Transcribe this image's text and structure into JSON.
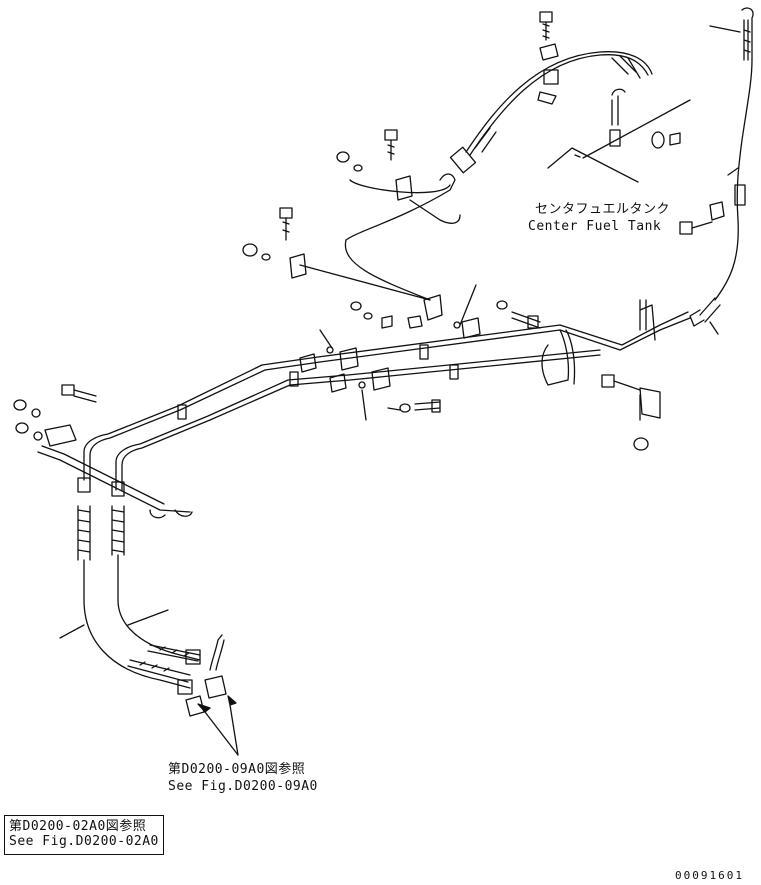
{
  "tank_label": {
    "jp": "センタフュエルタンク",
    "en": "Center Fuel Tank"
  },
  "ref_arrow": {
    "jp": "第D0200-09A0図参照",
    "en": "See Fig.D0200-09A0"
  },
  "ref_box": {
    "jp": "第D0200-02A0図参照",
    "en": "See Fig.D0200-02A0"
  },
  "drawing_number": "00091601",
  "colors": {
    "line": "#111111",
    "background": "#ffffff"
  }
}
